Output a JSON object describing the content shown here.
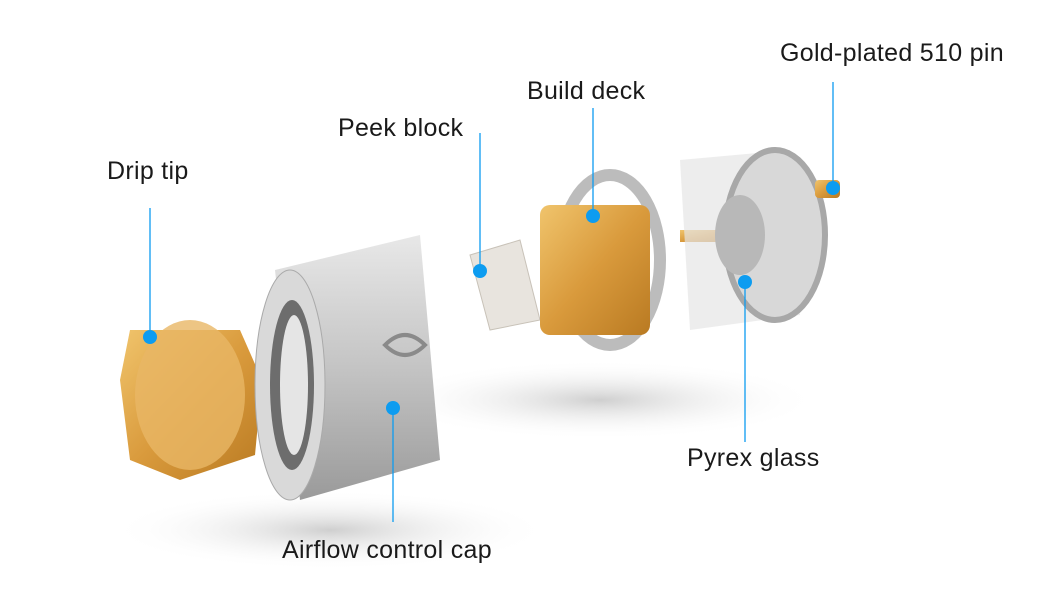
{
  "labels": {
    "pin": "Gold-plated 510 pin",
    "deck": "Build deck",
    "peek": "Peek block",
    "drip": "Drip tip",
    "cap": "Airflow control cap",
    "glass": "Pyrex glass"
  },
  "colors": {
    "callout": "#0d9cf0",
    "gold": "#e0a94a",
    "steel": "#b8b8b8"
  }
}
